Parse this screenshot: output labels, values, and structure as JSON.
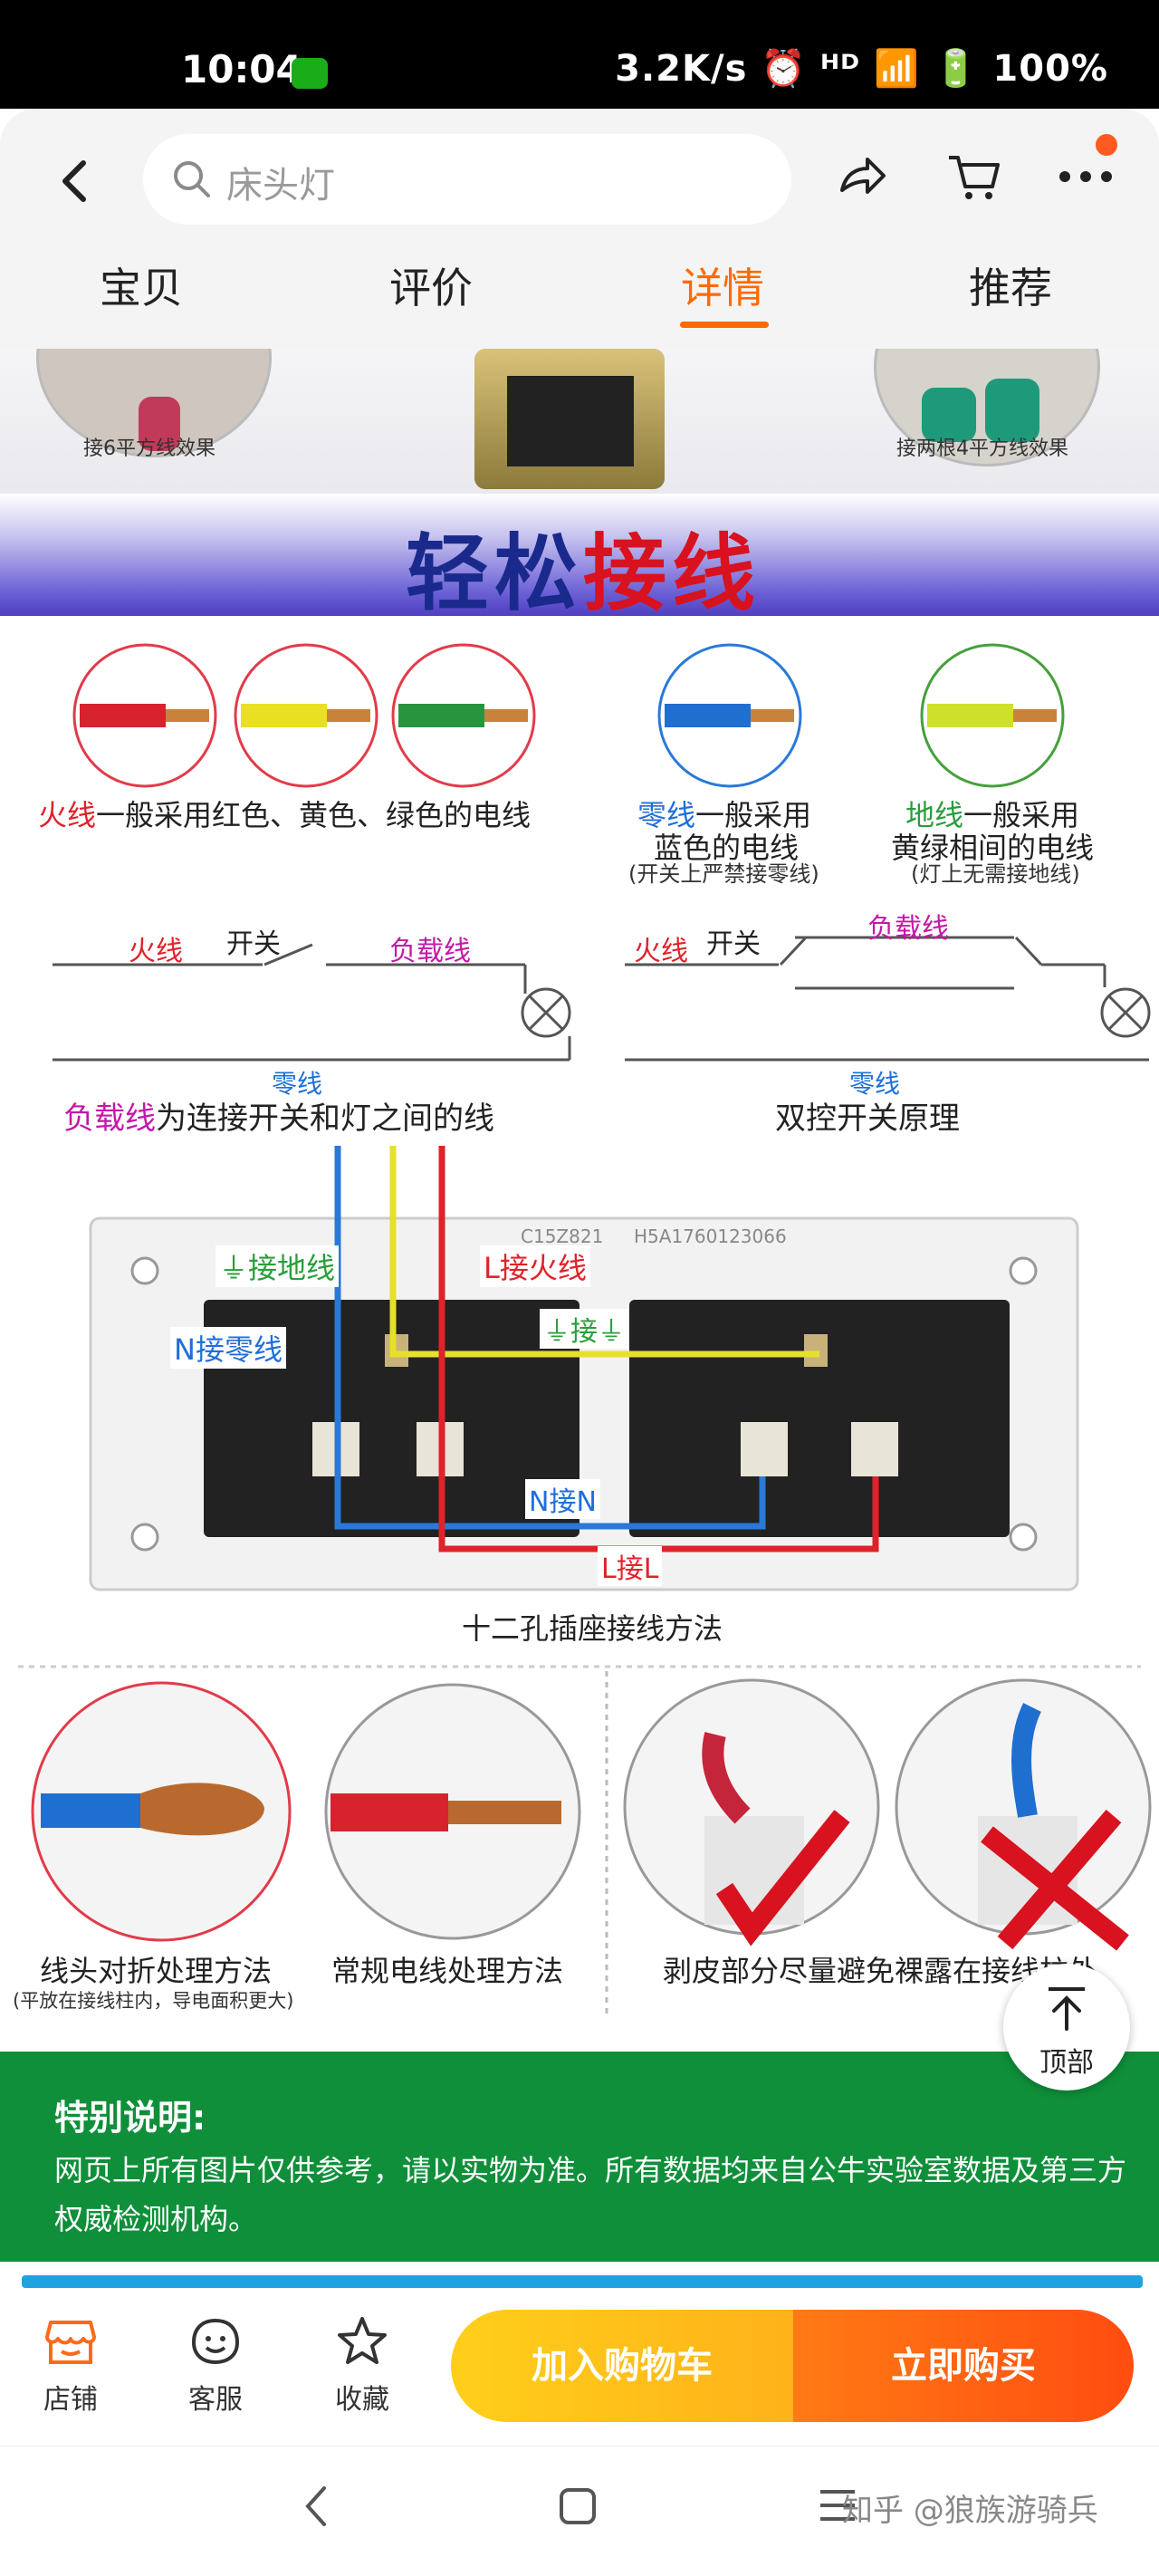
{
  "status": {
    "time": "10:04",
    "right": "3.2K/s ⏰ ᴴᴰ 📶 🔋 100%"
  },
  "header": {
    "search_placeholder": "床头灯",
    "tabs": [
      "宝贝",
      "评价",
      "详情",
      "推荐"
    ],
    "active_tab": "详情"
  },
  "product": {
    "top_captions": [
      "接6平方线效果",
      "接两根4平方线效果"
    ],
    "title_a": "轻松",
    "title_b": "接线",
    "fire_desc_a": "火线",
    "fire_desc_b": "一般采用红色、黄色、绿色的电线",
    "neutral_a": "零线",
    "neutral_b": "一般采用",
    "neutral_c": "蓝色的电线",
    "neutral_note": "(开关上严禁接零线)",
    "ground_a": "地线",
    "ground_b": "一般采用",
    "ground_c": "黄绿相间的电线",
    "ground_note": "(灯上无需接地线)",
    "d1_fire": "火线",
    "d1_switch": "开关",
    "d1_load": "负载线",
    "d1_neutral": "零线",
    "d1_caption_a": "负载线",
    "d1_caption_b": "为连接开关和灯之间的线",
    "d2_fire": "火线",
    "d2_switch": "开关",
    "d2_load": "负载线",
    "d2_neutral": "零线",
    "d2_caption": "双控开关原理",
    "socket_ground": "⏚接地线",
    "socket_fire": "L接火线",
    "socket_neutral": "N接零线",
    "socket_g2": "⏚接⏚",
    "socket_n": "N接N",
    "socket_l": "L接L",
    "socket_code1": "C15Z821",
    "socket_code2": "H5A1760123066",
    "socket_caption": "十二孔插座接线方法",
    "m1": "线头对折处理方法",
    "m1_note": "(平放在接线柱内，导电面积更大)",
    "m2": "常规电线处理方法",
    "m3": "剥皮部分尽量避免裸露在接线柱外"
  },
  "notice": {
    "title": "特别说明:",
    "body": "网页上所有图片仅供参考，请以实物为准。所有数据均来自公牛实验室数据及第三方权威检测机构。"
  },
  "to_top": "顶部",
  "bottom": {
    "shop": "店铺",
    "service": "客服",
    "favorite": "收藏",
    "add_cart": "加入购物车",
    "buy_now": "立即购买"
  },
  "watermark": "知乎 @狼族游骑兵"
}
